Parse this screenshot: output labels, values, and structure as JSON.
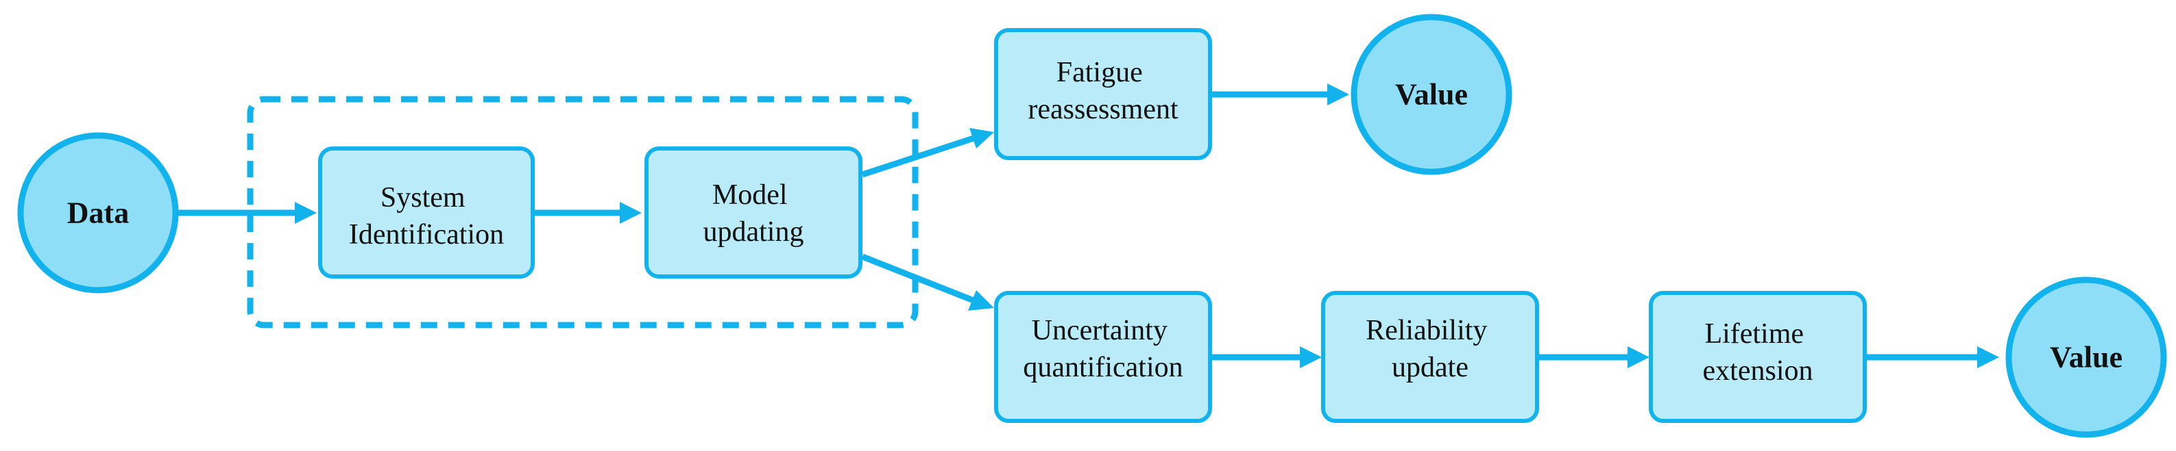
{
  "diagram": {
    "nodes": {
      "data": {
        "label": "Data"
      },
      "system_identification": {
        "line1": "System",
        "line2": "Identification"
      },
      "model_updating": {
        "line1": "Model",
        "line2": "updating"
      },
      "fatigue_reassessment": {
        "line1": "Fatigue",
        "line2": "reassessment"
      },
      "value_top": {
        "label": "Value"
      },
      "uncertainty_quantification": {
        "line1": "Uncertainty",
        "line2": "quantification"
      },
      "reliability_update": {
        "line1": "Reliability",
        "line2": "update"
      },
      "lifetime_extension": {
        "line1": "Lifetime",
        "line2": "extension"
      },
      "value_bottom": {
        "label": "Value"
      }
    },
    "colors": {
      "accent": "#12b3ec",
      "box_fill": "#b9ebf9",
      "circle_fill": "#8fdef8",
      "text": "#111111"
    }
  }
}
